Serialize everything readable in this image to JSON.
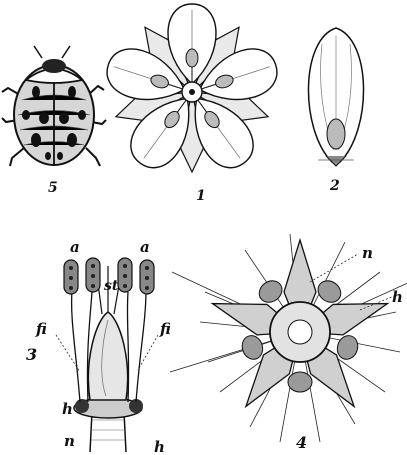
{
  "figures": [
    {
      "number": "5",
      "subject": "beetle-icon"
    },
    {
      "number": "1",
      "subject": "flower-icon"
    },
    {
      "number": "2",
      "subject": "petal-icon"
    },
    {
      "number": "3",
      "subject": "flower-section-icon"
    },
    {
      "number": "4",
      "subject": "flower-base-icon"
    }
  ],
  "labels": {
    "fig3_a_left": "a",
    "fig3_a_right": "a",
    "fig3_st": "st",
    "fig3_fi_left": "fi",
    "fig3_fi_right": "fi",
    "fig3_h": "h",
    "fig3_n": "n",
    "fig3_h_bottom": "h",
    "fig4_n": "n",
    "fig4_h": "h"
  },
  "colors": {
    "ink": "#111111",
    "paper": "#ffffff"
  }
}
